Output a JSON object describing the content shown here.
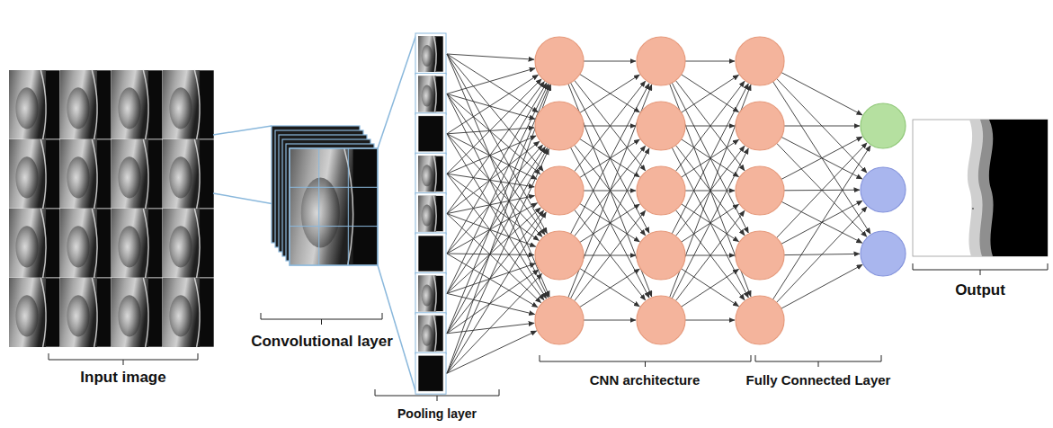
{
  "diagram": {
    "labels": [
      "Input image",
      "Convolutional layer",
      "Pooling layer",
      "CNN architecture",
      "Fully Connected Layer",
      "Output"
    ]
  }
}
